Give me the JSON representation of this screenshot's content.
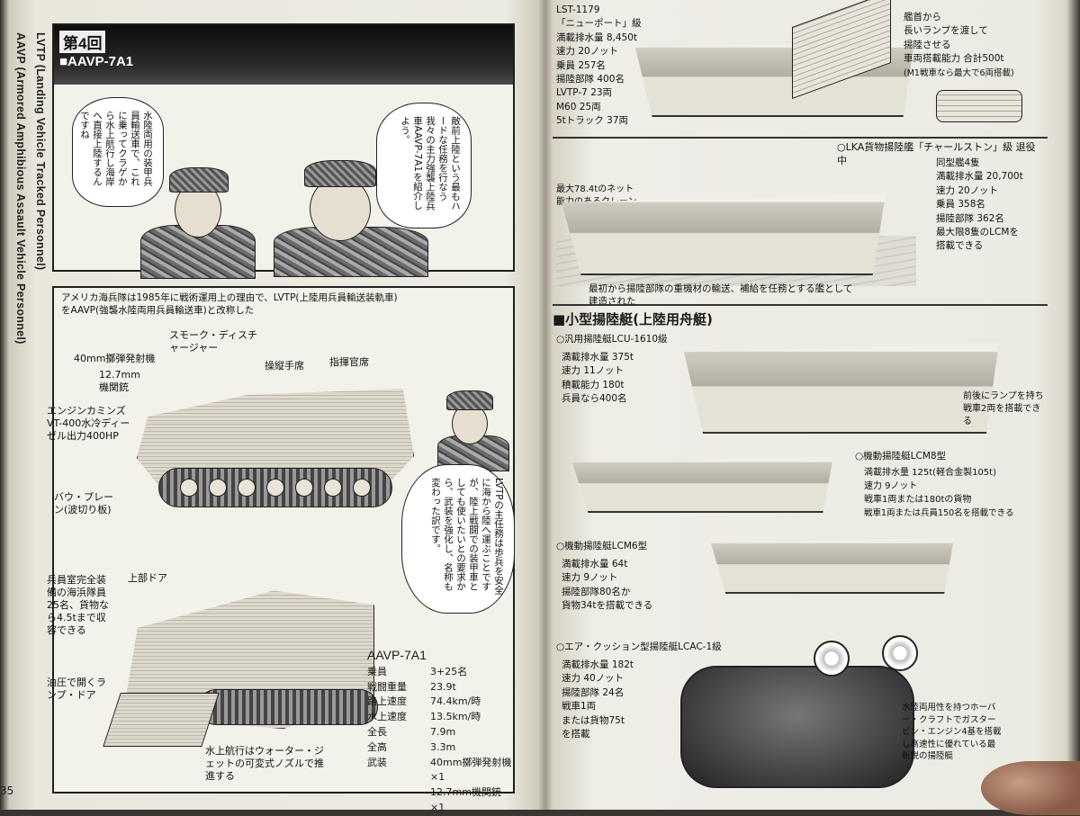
{
  "left_page": {
    "spine_title": [
      "LVTP (Landing Vehicle Tracked Personnel)",
      "AAVP (Armored Amphibious Assault Vehicle Personnel)"
    ],
    "episode_label": "第4回",
    "episode_name": "■AAVP-7A1",
    "balloon_1": "水陸両用の装甲兵員輸送車で、これに乗ってクラゲから水上航行し海岸へ直接上陸するんですね",
    "balloon_2": "敵前上陸という最もハードな任務を行なう我々の主力強襲上陸兵車AAVP-7A1を紹介しよう。",
    "balloon_3": "LVTPの主任務は歩兵を安全に海から陸へ運ぶことですが、陸上戦闘での装甲車としても使いたいとの要求から、武装を強化し、名称も変わった訳です。",
    "intro_caption": "アメリカ海兵隊は1985年に戦術運用上の理由で、LVTP(上陸用兵員輸送装軌車)をAAVP(強襲水陸両用兵員輸送車)と改称した",
    "labels": {
      "smoke": "スモーク・ディスチャージャー",
      "launcher": "40mm擲弾発射機",
      "mg": "12.7mm機関銃",
      "driver": "操縦手席",
      "commander": "指揮官席",
      "engine": "エンジンカミンズVT-400水冷ディーゼル出力400HP",
      "bow": "バウ・プレーン(波切り板)",
      "top_door": "上部ドア",
      "troop": "兵員室完全装備の海浜隊員25名、貨物なら4.5tまで収容できる",
      "ramp": "油圧で開くランプ・ドア",
      "waterjet": "水上航行はウォーター・ジェットの可変式ノズルで推進する"
    },
    "spec": {
      "title": "AAVP-7A1",
      "rows": [
        {
          "k": "乗員",
          "v": "3+25名"
        },
        {
          "k": "戦闘重量",
          "v": "23.9t"
        },
        {
          "k": "路上速度",
          "v": "74.4km/時"
        },
        {
          "k": "水上速度",
          "v": "13.5km/時"
        },
        {
          "k": "全長",
          "v": "7.9m"
        },
        {
          "k": "全高",
          "v": "3.3m"
        },
        {
          "k": "武装",
          "v": "40mm擲弾発射機×1"
        },
        {
          "k": "",
          "v": "12.7mm機関銃×1"
        }
      ]
    },
    "page_number": "35"
  },
  "right_page": {
    "lst_text": [
      "LST-1179",
      "「ニューポート」級",
      "満載排水量 8,450t",
      "速力 20ノット",
      "乗員 257名",
      "揚陸部隊 400名",
      "LVTP-7 23両",
      "M60 25両",
      "5tトラック 37両"
    ],
    "lst_note": [
      "艦首から",
      "長いランプを渡して",
      "揚陸させる",
      "車両搭載能力 合計500t",
      "(M1戦車なら最大で6両搭載)"
    ],
    "lka_title": "○LKA貨物揚陸艦「チャールストン」級 退役中",
    "lka_specs": [
      "同型艦4隻",
      "満載排水量 20,700t",
      "速力 20ノット",
      "乗員 358名",
      "揚陸部隊 362名",
      "最大限8隻のLCMを",
      "搭載できる"
    ],
    "lka_crane": "最大78.4tのネット能力のあるクレーン",
    "lka_caption": "最初から揚陸部隊の重機材の輸送、補給を任務とする艦として建造された",
    "section_title": "■小型揚陸艇(上陸用舟艇)",
    "lcu_title": "○汎用揚陸艇LCU-1610級",
    "lcu_specs": [
      "満載排水量 375t",
      "速力 11ノット",
      "積載能力 180t",
      "兵員なら400名"
    ],
    "lcu_note": "前後にランプを持ち戦車2両を搭載できる",
    "lcm8_title": "○機動揚陸艇LCM8型",
    "lcm8_specs": [
      "満載排水量 125t(軽合金製105t)",
      "速力 9ノット",
      "戦車1両または180tの貨物",
      "戦車1両または兵員150名を搭載できる"
    ],
    "lcm6_title": "○機動揚陸艇LCM6型",
    "lcm6_specs": [
      "満載排水量 64t",
      "速力 9ノット",
      "揚陸部隊80名か",
      "貨物34tを搭載できる"
    ],
    "lcac_title": "○エア・クッション型揚陸艇LCAC-1級",
    "lcac_specs": [
      "満載排水量 182t",
      "速力 40ノット",
      "揚陸部隊 24名",
      "戦車1両",
      "または貨物75t",
      "を搭載"
    ],
    "lcac_note": "水陸両用性を持つホーバー・クラフトでガスタービン・エンジン4基を搭載し高速性に優れている最新鋭の揚陸艇"
  }
}
